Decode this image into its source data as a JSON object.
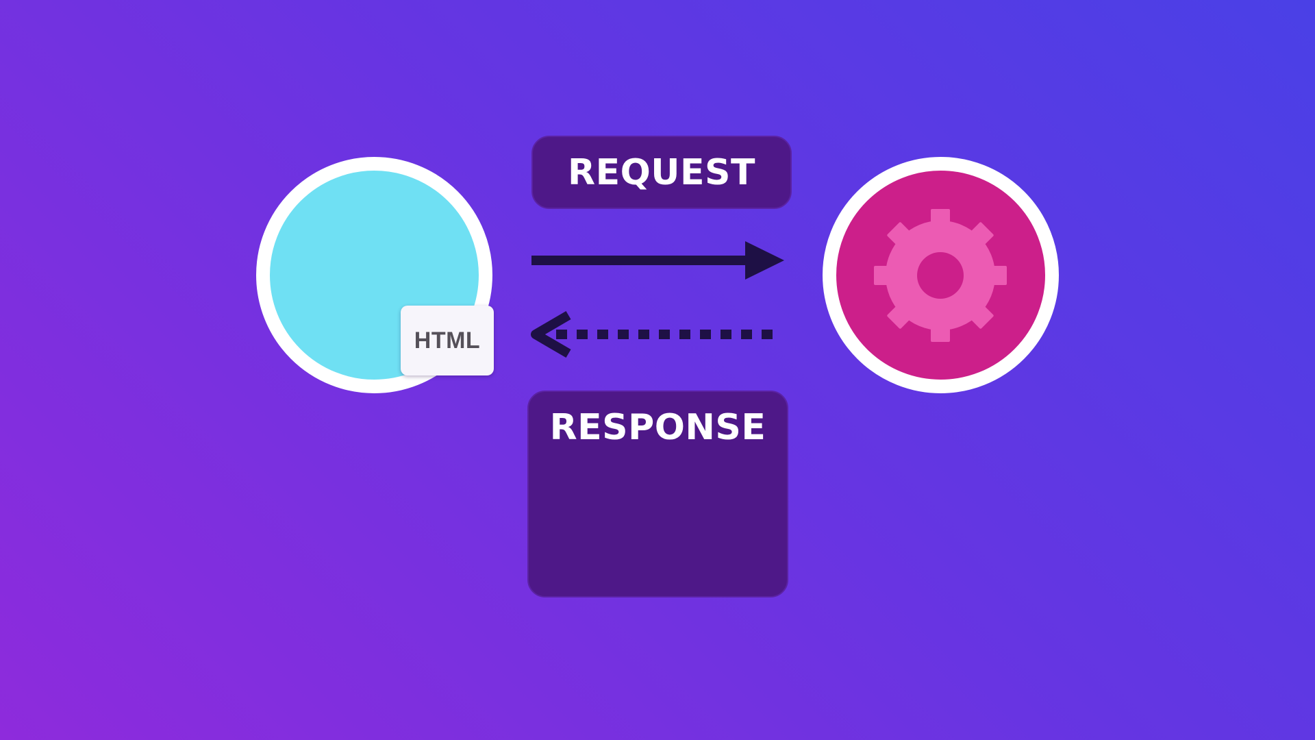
{
  "request_label": "REQUEST",
  "response_label": "RESPONSE",
  "document_badge": "HTML",
  "icons": {
    "server": "gear-icon"
  },
  "colors": {
    "client_fill": "#6fe0f3",
    "server_fill": "#cc1f8a",
    "gear_fill": "#ec5bb3",
    "label_bg": "#4e1888",
    "arrow": "#1e1045"
  }
}
